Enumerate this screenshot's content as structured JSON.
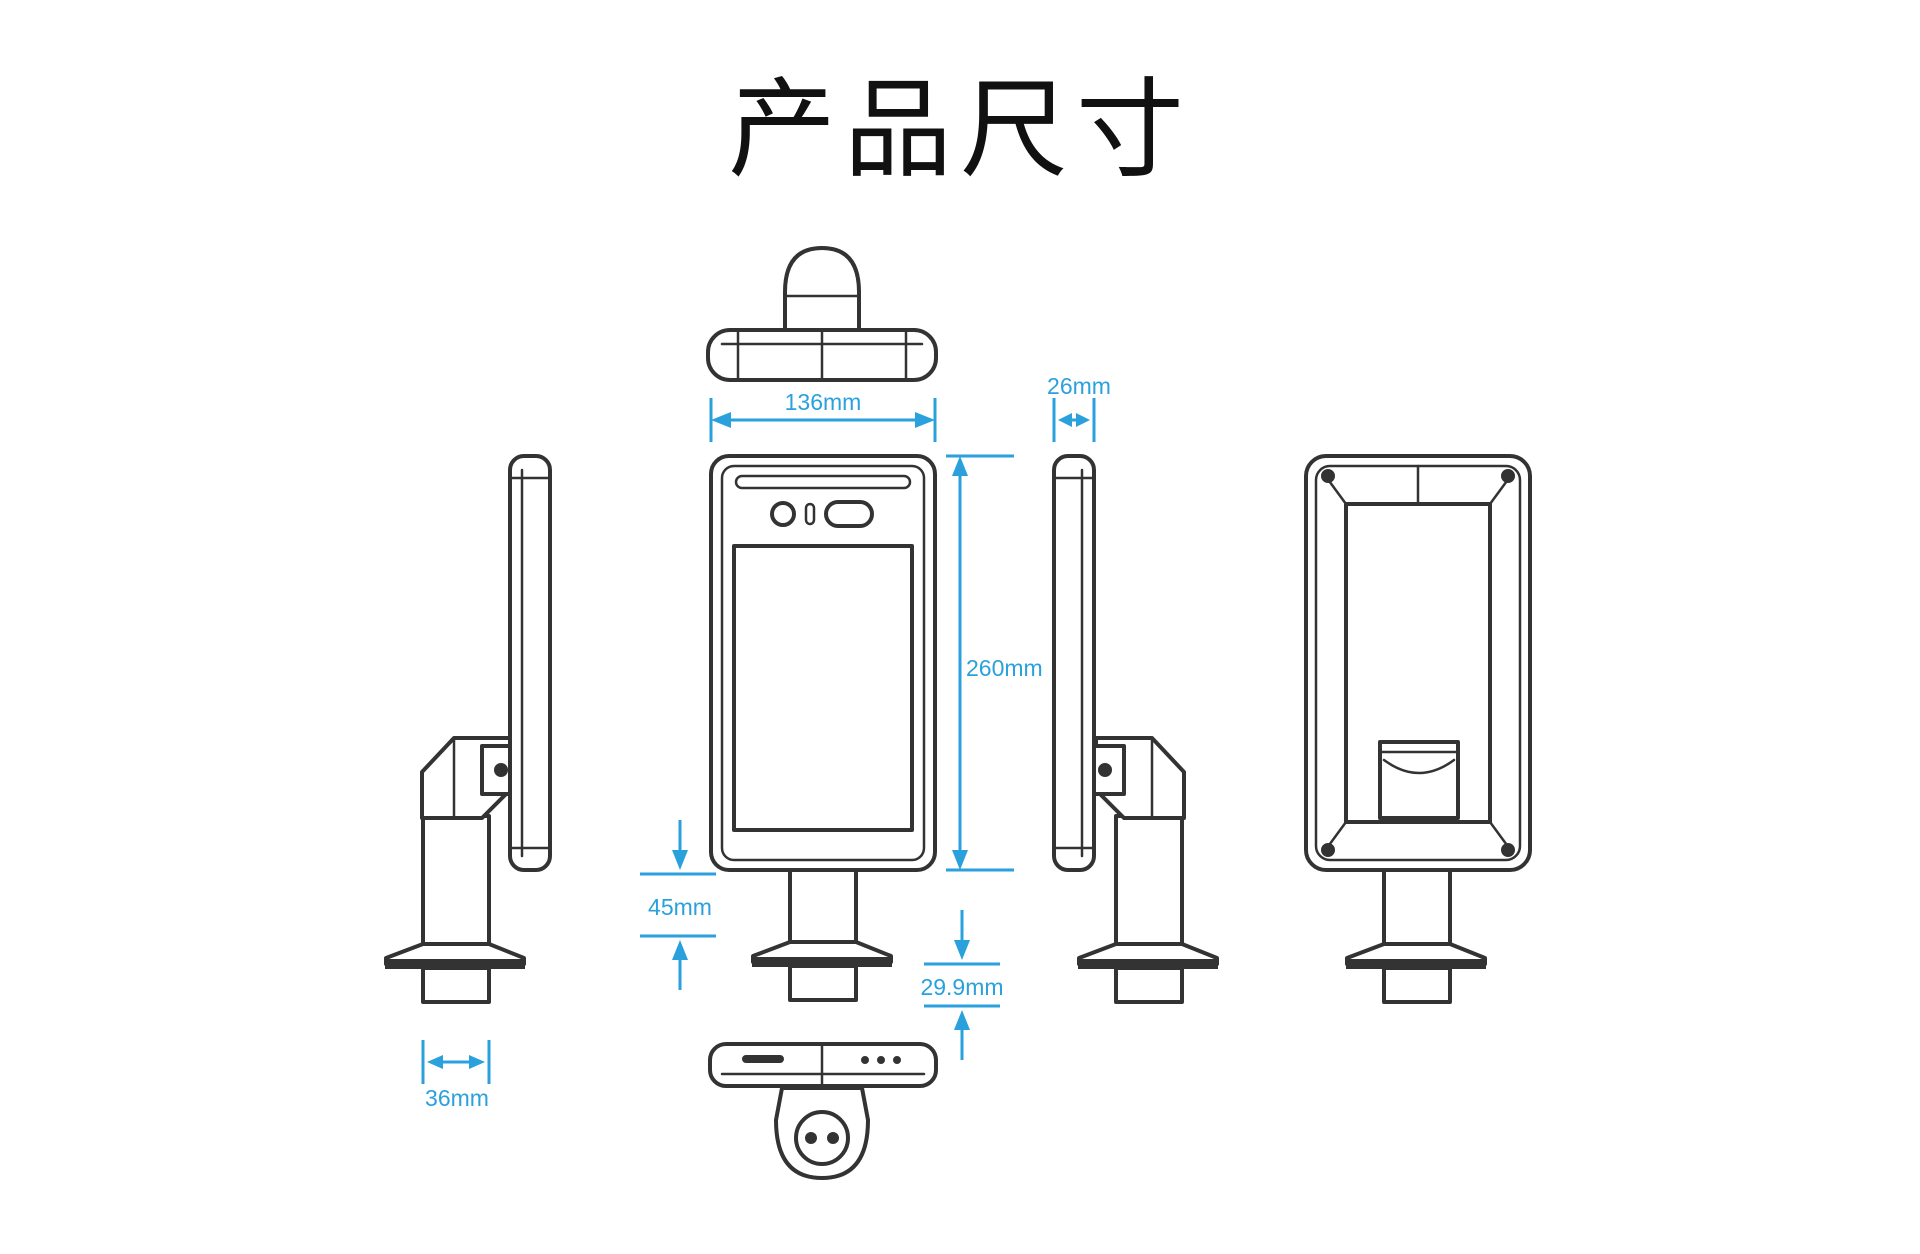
{
  "title": "产品尺寸",
  "colors": {
    "dimension": "#2aa1dc",
    "outline": "#333333",
    "background": "#ffffff"
  },
  "dimensions": {
    "width": "136mm",
    "depth": "26mm",
    "height": "260mm",
    "stand_offset": "45mm",
    "base_thickness": "29.9mm",
    "pole_diameter": "36mm"
  }
}
